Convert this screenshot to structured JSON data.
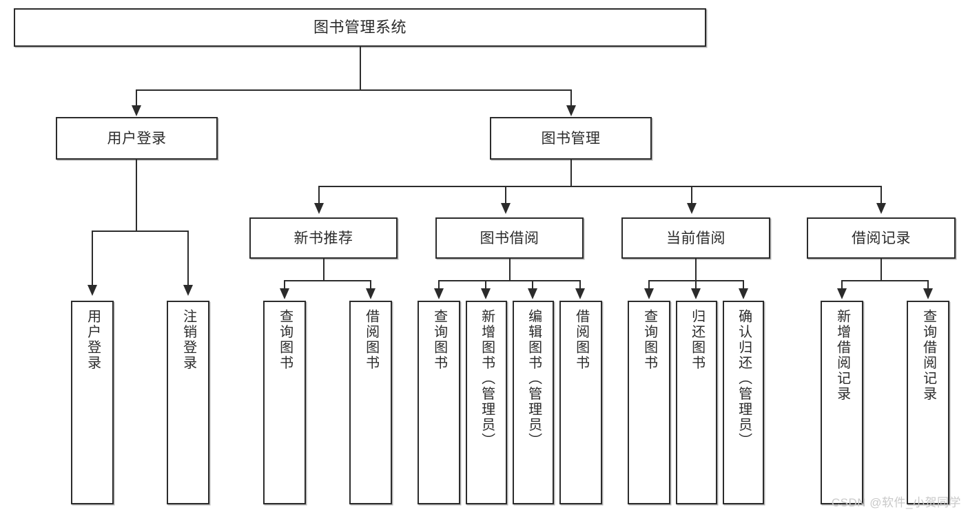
{
  "diagram": {
    "type": "tree-hierarchy-chart",
    "title": "图书管理系统",
    "root": {
      "label": "图书管理系统"
    },
    "level2": [
      {
        "label": "用户登录"
      },
      {
        "label": "图书管理"
      }
    ],
    "level3": [
      {
        "label": "新书推荐"
      },
      {
        "label": "图书借阅"
      },
      {
        "label": "当前借阅"
      },
      {
        "label": "借阅记录"
      }
    ],
    "leaves": {
      "user_login": [
        {
          "label": "用户登录"
        },
        {
          "label": "注销登录"
        }
      ],
      "new_book_recommend": [
        {
          "label": "查询图书"
        },
        {
          "label": "借阅图书"
        }
      ],
      "book_borrow": [
        {
          "label": "查询图书"
        },
        {
          "label": "新增图书（管理员）"
        },
        {
          "label": "编辑图书（管理员）"
        },
        {
          "label": "借阅图书"
        }
      ],
      "current_borrow": [
        {
          "label": "查询图书"
        },
        {
          "label": "归还图书"
        },
        {
          "label": "确认归还（管理员）"
        }
      ],
      "borrow_record": [
        {
          "label": "新增借阅记录"
        },
        {
          "label": "查询借阅记录"
        }
      ]
    }
  },
  "watermark": {
    "text": "CSDN @软件_小贺同学"
  },
  "colors": {
    "stroke": "#2b2b2b",
    "fill": "#ffffff",
    "watermark": "#c9c9c9"
  }
}
